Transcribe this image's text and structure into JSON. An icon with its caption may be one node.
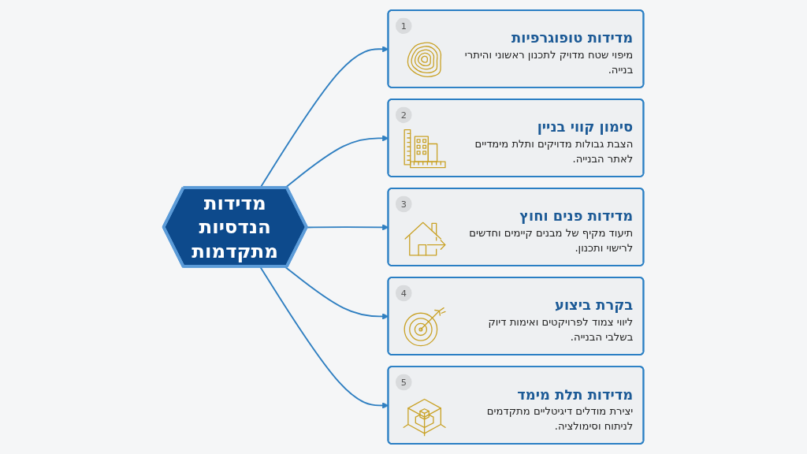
{
  "diagram": {
    "nodes": [
      {
        "text": [
          "מדידות הנדסיות מתקדמות"
        ]
      },
      {
        "text": [
          "1",
          "מדידות טופוגרפיות",
          "מיפוי שטח מדויק לתכנון ראשוני והיתרי בנייה."
        ]
      },
      {
        "text": [
          "2",
          "סימון קווי בניין",
          "הצבת גבולות מדויקים ותלת מימדיים לאתר הבנייה."
        ]
      },
      {
        "text": [
          "3",
          "מדידות פנים וחוץ",
          "תיעוד מקיף של מבנים קיימים וחדשים לרישוי ותכנון."
        ]
      },
      {
        "text": [
          "4",
          "בקרת ביצוע",
          "ליווי צמוד לפרויקטים ואימות דיוק בשלבי הבנייה."
        ]
      },
      {
        "text": [
          "5",
          "מדידות תלת מימד",
          "יצירת מודלים דיגיטליים מתקדמים לניתוח וסימולציה."
        ]
      }
    ],
    "edges": [
      {
        "from": 0,
        "to": 1,
        "arrow": "to"
      },
      {
        "from": 0,
        "to": 2,
        "arrow": "to"
      },
      {
        "from": 0,
        "to": 3,
        "arrow": "to"
      },
      {
        "from": 0,
        "to": 4,
        "arrow": "to"
      },
      {
        "from": 0,
        "to": 5,
        "arrow": "to"
      }
    ]
  }
}
